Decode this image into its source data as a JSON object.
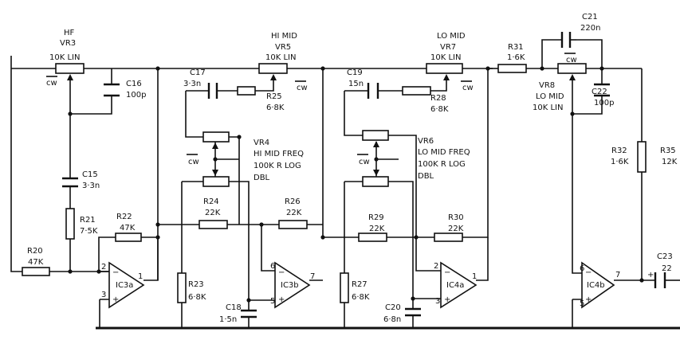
{
  "components": {
    "hf": {
      "label": "HF"
    },
    "vr3": {
      "ref": "VR3",
      "value": "10K LIN"
    },
    "c16": {
      "ref": "C16",
      "value": "100p"
    },
    "c15": {
      "ref": "C15",
      "value": "3·3n"
    },
    "r21": {
      "ref": "R21",
      "value": "7·5K"
    },
    "r22": {
      "ref": "R22",
      "value": "47K"
    },
    "r20": {
      "ref": "R20",
      "value": "47K"
    },
    "ic3a": {
      "ref": "IC3a",
      "pin_minus": "2",
      "pin_plus": "3",
      "pin_out": "1"
    },
    "himid": {
      "label": "HI MID"
    },
    "vr5": {
      "ref": "VR5",
      "value": "10K LIN"
    },
    "c17": {
      "ref": "C17",
      "value": "3·3n"
    },
    "r25": {
      "ref": "R25",
      "value": "6·8K"
    },
    "vr4": {
      "ref": "VR4",
      "line1": "HI MID FREQ",
      "line2": "100K R LOG",
      "line3": "DBL"
    },
    "r24": {
      "ref": "R24",
      "value": "22K"
    },
    "r26": {
      "ref": "R26",
      "value": "22K"
    },
    "r23": {
      "ref": "R23",
      "value": "6·8K"
    },
    "c18": {
      "ref": "C18",
      "value": "1·5n"
    },
    "ic3b": {
      "ref": "IC3b",
      "pin_minus": "6",
      "pin_plus": "5",
      "pin_out": "7"
    },
    "lomid": {
      "label": "LO MID"
    },
    "vr7": {
      "ref": "VR7",
      "value": "10K LIN"
    },
    "c19": {
      "ref": "C19",
      "value": "15n"
    },
    "r28": {
      "ref": "R28",
      "value": "6·8K"
    },
    "vr6": {
      "ref": "VR6",
      "line1": "LO MID FREQ",
      "line2": "100K R LOG",
      "line3": "DBL"
    },
    "r29": {
      "ref": "R29",
      "value": "22K"
    },
    "r30": {
      "ref": "R30",
      "value": "22K"
    },
    "r27": {
      "ref": "R27",
      "value": "6·8K"
    },
    "c20": {
      "ref": "C20",
      "value": "6·8n"
    },
    "ic4a": {
      "ref": "IC4a",
      "pin_minus": "2",
      "pin_plus": "3",
      "pin_out": "1"
    },
    "r31": {
      "ref": "R31",
      "value": "1·6K"
    },
    "c21": {
      "ref": "C21",
      "value": "220n"
    },
    "vr8": {
      "ref": "VR8",
      "line1": "LO MID",
      "line2": "10K LIN"
    },
    "c22": {
      "ref": "C22",
      "value": "100p"
    },
    "r32": {
      "ref": "R32",
      "value": "1·6K"
    },
    "r35": {
      "ref": "R35",
      "value": "12K"
    },
    "ic4b": {
      "ref": "IC4b",
      "pin_minus": "6",
      "pin_plus": "5",
      "pin_out": "7"
    },
    "c23": {
      "ref": "C23",
      "value": "22",
      "polarity": "+"
    }
  },
  "cw_label": "cw"
}
